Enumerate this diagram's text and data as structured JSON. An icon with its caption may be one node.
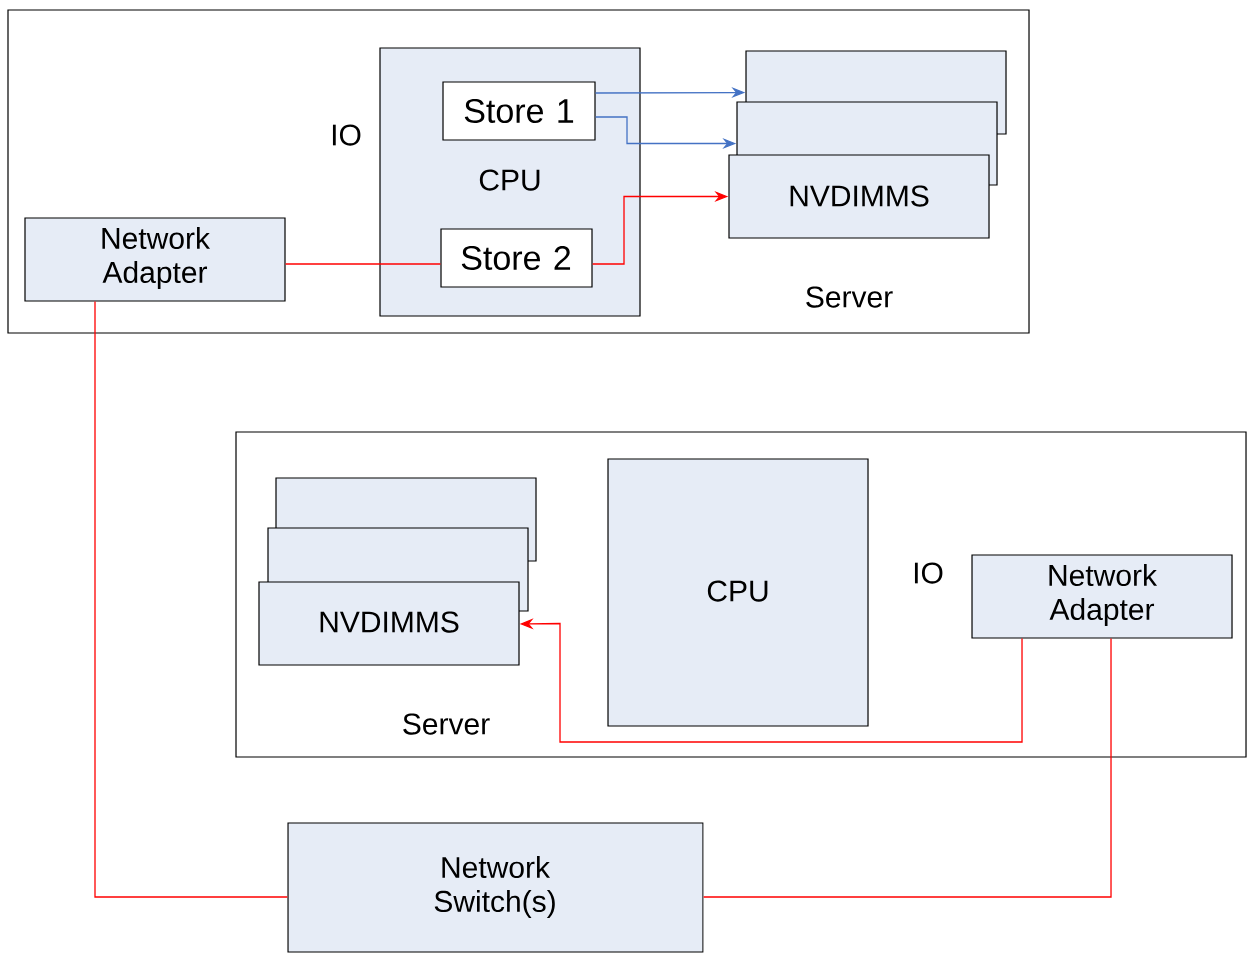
{
  "diagram": {
    "nodes": [
      {
        "text": [
          "Server"
        ]
      },
      {
        "text": [
          "CPU"
        ],
        "in": 0
      },
      {
        "text": [
          "Store 1"
        ],
        "in": 1
      },
      {
        "text": [
          "Store 2"
        ],
        "in": 1
      },
      {
        "text": [],
        "shape": "box",
        "in": 0
      },
      {
        "text": [],
        "shape": "box",
        "in": 0
      },
      {
        "text": [
          "NVDIMMS"
        ],
        "in": 0
      },
      {
        "text": [
          "Network Adapter"
        ],
        "in": 0
      },
      {
        "text": [
          "Server"
        ]
      },
      {
        "text": [],
        "shape": "box",
        "in": 8
      },
      {
        "text": [],
        "shape": "box",
        "in": 8
      },
      {
        "text": [
          "NVDIMMS"
        ],
        "in": 8
      },
      {
        "text": [
          "CPU"
        ],
        "in": 8
      },
      {
        "text": [
          "Network Adapter"
        ],
        "in": 8
      },
      {
        "text": [
          "Network Switch(s)"
        ]
      }
    ],
    "edges": [
      {
        "from": 2,
        "to": 4,
        "arrow": "to",
        "color": "#4472c4"
      },
      {
        "from": 2,
        "to": 5,
        "arrow": "to",
        "color": "#4472c4"
      },
      {
        "from": 3,
        "to": 6,
        "arrow": "to",
        "color": "#ff0000"
      },
      {
        "from": 3,
        "to": 7,
        "arrow": "none",
        "color": "#ff0000"
      },
      {
        "from": 7,
        "to": 14,
        "arrow": "none",
        "color": "#ff0000"
      },
      {
        "from": 14,
        "to": 13,
        "arrow": "none",
        "color": "#ff0000"
      },
      {
        "from": 13,
        "to": 11,
        "arrow": "to",
        "color": "#ff0000"
      }
    ],
    "labels": [
      "IO",
      "IO"
    ]
  }
}
